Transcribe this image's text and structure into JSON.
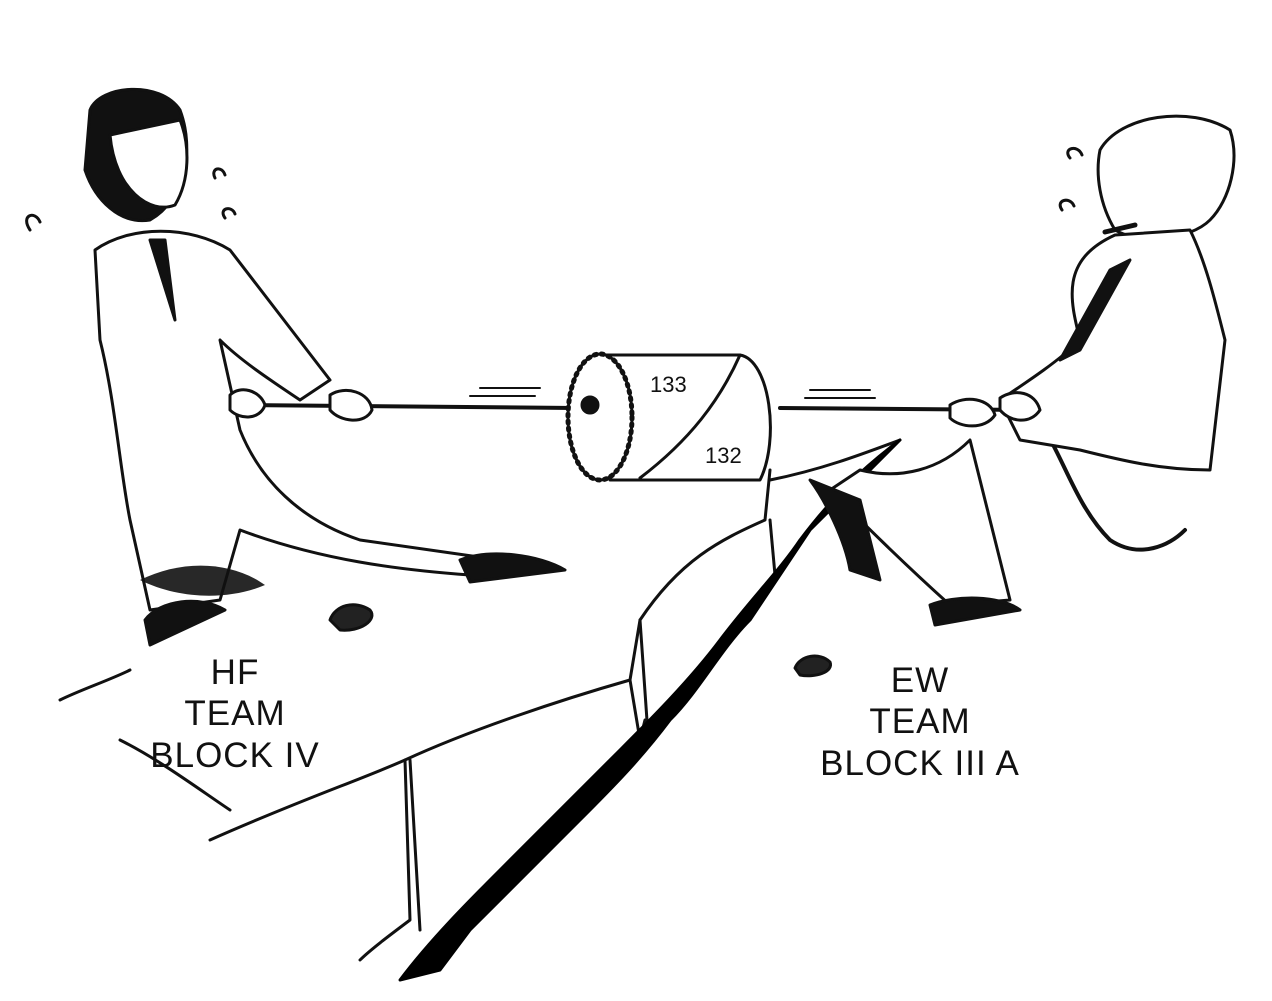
{
  "drum": {
    "label_top": "133",
    "label_bottom": "132"
  },
  "left_team": {
    "line1": "HF",
    "line2": "TEAM",
    "line3": "BLOCK IV"
  },
  "right_team": {
    "line1": "EW",
    "line2": "TEAM",
    "line3": "BLOCK III A"
  },
  "colors": {
    "ink": "#111111",
    "paper": "#ffffff",
    "crack": "#000000"
  }
}
